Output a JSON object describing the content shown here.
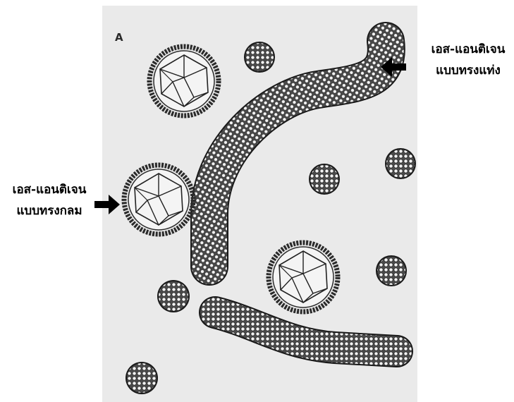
{
  "figure": {
    "panel_letter": "A"
  },
  "labels": {
    "rod": {
      "line1": "เอส-แอนติเจน",
      "line2": "แบบทรงแท่ง"
    },
    "sphere": {
      "line1": "เอส-แอนติเจน",
      "line2": "แบบทรงกลม"
    }
  },
  "colors": {
    "panel_background": "#eaeaea",
    "particle_fill": "#4a4a4a",
    "particle_outline": "#1a1a1a",
    "bead_highlight": "#f2f2f2",
    "arrow": "#000000"
  },
  "icons": {
    "pointer": "arrow-icon"
  }
}
